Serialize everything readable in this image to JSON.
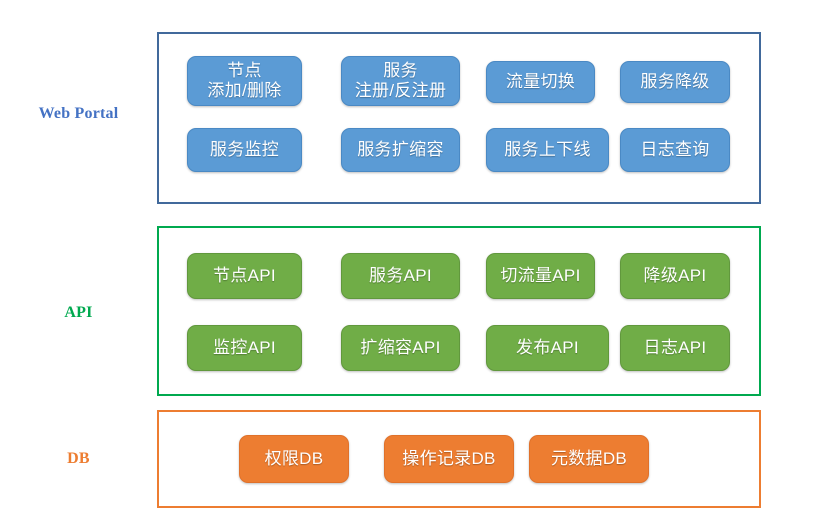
{
  "diagram": {
    "title": "Web Portal / API / DB layered architecture",
    "colors": {
      "web_portal": "#4472C4",
      "web_portal_frame": "#41699B",
      "web_portal_chip": "#5B9BD5",
      "api": "#00A94F",
      "api_chip": "#70AD47",
      "db": "#ED7D31",
      "db_chip": "#ED7D31",
      "chip_text": "#FFFFFF",
      "background": "#FFFFFF"
    },
    "tiers": [
      {
        "key": "web_portal",
        "label": "Web Portal",
        "rows": [
          {
            "items": [
              {
                "lines": [
                  "节点",
                  "添加/删除"
                ]
              },
              {
                "lines": [
                  "服务",
                  "注册/反注册"
                ]
              },
              {
                "lines": [
                  "流量切换"
                ]
              },
              {
                "lines": [
                  "服务降级"
                ]
              }
            ]
          },
          {
            "items": [
              {
                "lines": [
                  "服务监控"
                ]
              },
              {
                "lines": [
                  "服务扩缩容"
                ]
              },
              {
                "lines": [
                  "服务上下线"
                ]
              },
              {
                "lines": [
                  "日志查询"
                ]
              }
            ]
          }
        ]
      },
      {
        "key": "api",
        "label": "API",
        "rows": [
          {
            "items": [
              {
                "lines": [
                  "节点API"
                ]
              },
              {
                "lines": [
                  "服务API"
                ]
              },
              {
                "lines": [
                  "切流量API"
                ]
              },
              {
                "lines": [
                  "降级API"
                ]
              }
            ]
          },
          {
            "items": [
              {
                "lines": [
                  "监控API"
                ]
              },
              {
                "lines": [
                  "扩缩容API"
                ]
              },
              {
                "lines": [
                  "发布API"
                ]
              },
              {
                "lines": [
                  "日志API"
                ]
              }
            ]
          }
        ]
      },
      {
        "key": "db",
        "label": "DB",
        "rows": [
          {
            "items": [
              {
                "lines": [
                  "权限DB"
                ]
              },
              {
                "lines": [
                  "操作记录DB"
                ]
              },
              {
                "lines": [
                  "元数据DB"
                ]
              }
            ]
          }
        ]
      }
    ]
  }
}
